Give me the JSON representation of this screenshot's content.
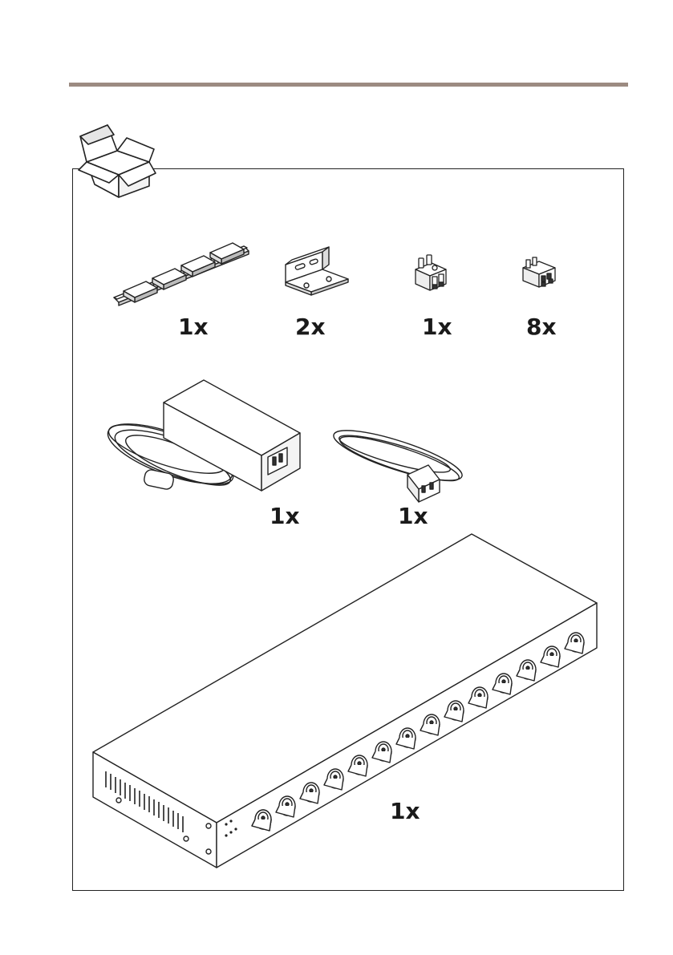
{
  "items": [
    {
      "name": "rubber-feet",
      "qty": "1x"
    },
    {
      "name": "mounting-bracket",
      "qty": "2x"
    },
    {
      "name": "terminal-block-2pin",
      "qty": "1x"
    },
    {
      "name": "terminal-block-4pin",
      "qty": "8x"
    },
    {
      "name": "power-adapter",
      "qty": "1x"
    },
    {
      "name": "power-cord",
      "qty": "1x"
    },
    {
      "name": "video-encoder",
      "qty": "1x"
    }
  ],
  "colors": {
    "rule": "#9c8b81",
    "line": "#222222",
    "fill": "#ffffff",
    "shade": "#d8d8d8"
  }
}
